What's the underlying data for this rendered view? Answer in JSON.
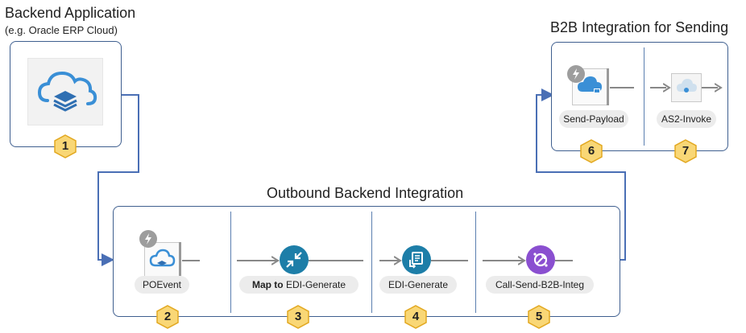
{
  "backend_app": {
    "title": "Backend Application",
    "subtitle": "(e.g. Oracle ERP Cloud)",
    "badge": "1"
  },
  "b2b": {
    "title": "B2B Integration for Sending",
    "steps": [
      {
        "label": "Send-Payload",
        "badge": "6"
      },
      {
        "label": "AS2-Invoke",
        "badge": "7"
      }
    ]
  },
  "outbound": {
    "title": "Outbound Backend Integration",
    "steps": [
      {
        "label": "POEvent",
        "badge": "2"
      },
      {
        "label_bold": "Map to",
        "label_rest": " EDI-Generate",
        "badge": "3"
      },
      {
        "label": "EDI-Generate",
        "badge": "4"
      },
      {
        "label": "Call-Send-B2B-Integ",
        "badge": "5"
      }
    ]
  },
  "colors": {
    "border": "#3f5f8f",
    "connector": "#4a6fb5",
    "badge_fill": "#f9d776",
    "badge_stroke": "#e2a820",
    "map_circle": "#1d7ea8",
    "edi_circle": "#1d7ea8",
    "invoke_circle": "#8a4fd0",
    "cloud_icon": "#3a8fd6"
  }
}
